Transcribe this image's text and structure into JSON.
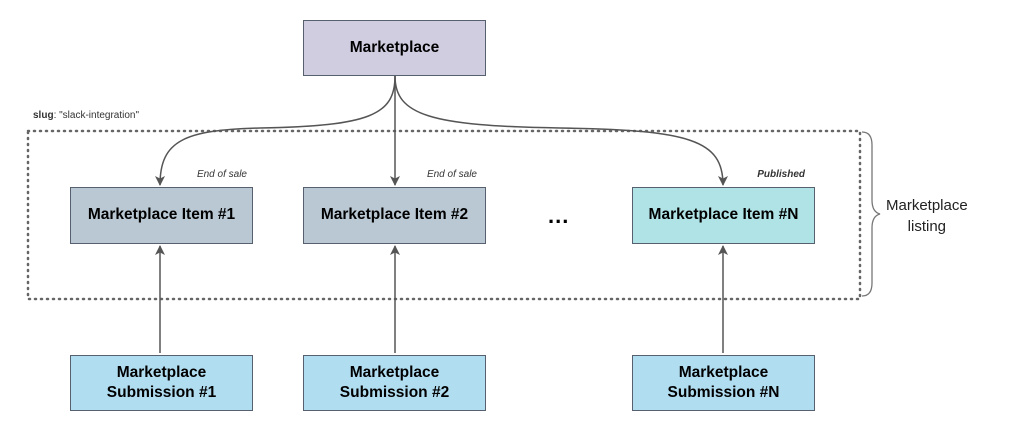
{
  "slug": {
    "key": "slug",
    "value": ": \"slack-integration\""
  },
  "marketplace": {
    "label": "Marketplace",
    "color": "#d0cde1"
  },
  "items": [
    {
      "label": "Marketplace Item #1",
      "status": "End of sale",
      "color": "#bac8d3"
    },
    {
      "label": "Marketplace Item #2",
      "status": "End of sale",
      "color": "#bac8d3"
    },
    {
      "label": "Marketplace Item #N",
      "status": "Published",
      "color": "#b0e3e6"
    }
  ],
  "ellipsis": "...",
  "submissions": [
    {
      "label": "Marketplace\nSubmission #1",
      "color": "#b1ddf0"
    },
    {
      "label": "Marketplace\nSubmission #2",
      "color": "#b1ddf0"
    },
    {
      "label": "Marketplace\nSubmission #N",
      "color": "#b1ddf0"
    }
  ],
  "listing_label": "Marketplace\nlisting"
}
